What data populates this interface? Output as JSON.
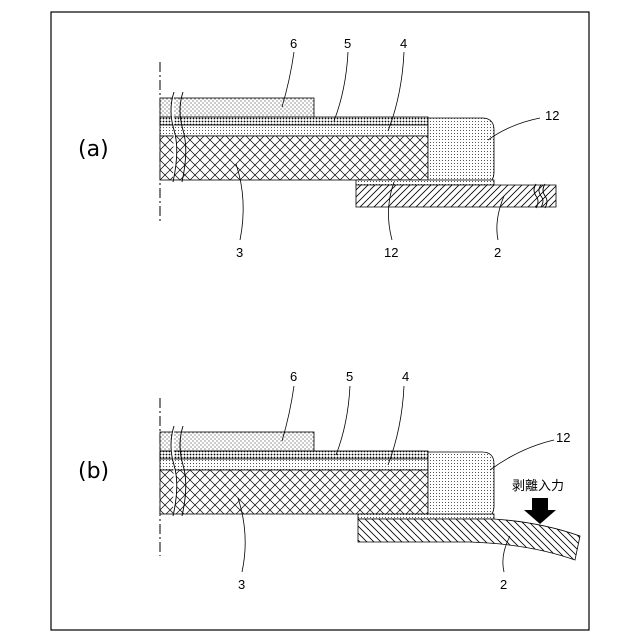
{
  "figure": {
    "panel_a": {
      "label": "(a)",
      "ref_6": "6",
      "ref_5": "5",
      "ref_4": "4",
      "ref_12_top": "12",
      "ref_3": "3",
      "ref_12_bottom": "12",
      "ref_2": "2"
    },
    "panel_b": {
      "label": "(b)",
      "ref_6": "6",
      "ref_5": "5",
      "ref_4": "4",
      "ref_12": "12",
      "ref_3": "3",
      "ref_2": "2",
      "peel_text": "剥離入力"
    }
  }
}
